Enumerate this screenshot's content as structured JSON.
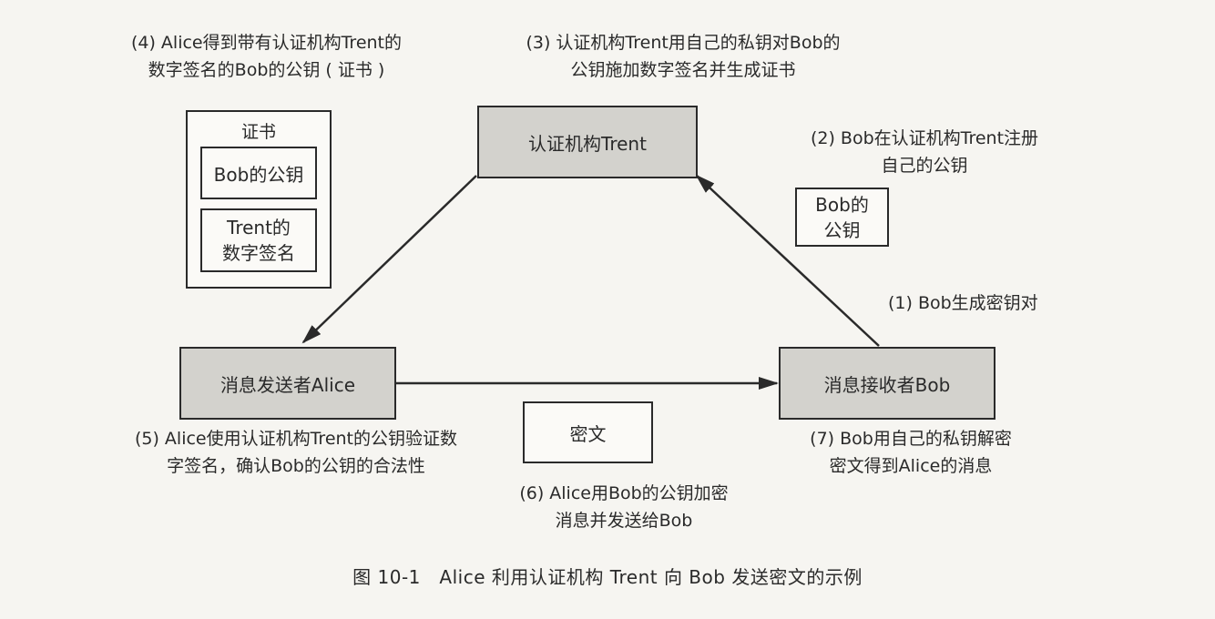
{
  "nodes": {
    "ca": "认证机构Trent",
    "sender": "消息发送者Alice",
    "receiver": "消息接收者Bob",
    "ciphertext": "密文",
    "bob_key_line1": "Bob的",
    "bob_key_line2": "公钥"
  },
  "certificate": {
    "title": "证书",
    "item1": "Bob的公钥",
    "item2_line1": "Trent的",
    "item2_line2": "数字签名"
  },
  "steps": {
    "s1": "(1) Bob生成密钥对",
    "s2_line1": "(2) Bob在认证机构Trent注册",
    "s2_line2": "自己的公钥",
    "s3_line1": "(3) 认证机构Trent用自己的私钥对Bob的",
    "s3_line2": "公钥施加数字签名并生成证书",
    "s4_line1": "(4) Alice得到带有认证机构Trent的",
    "s4_line2": "数字签名的Bob的公钥 ( 证书 )",
    "s5_line1": "(5) Alice使用认证机构Trent的公钥验证数",
    "s5_line2": "字签名，确认Bob的公钥的合法性",
    "s6_line1": "(6) Alice用Bob的公钥加密",
    "s6_line2": "消息并发送给Bob",
    "s7_line1": "(7) Bob用自己的私钥解密",
    "s7_line2": "密文得到Alice的消息"
  },
  "caption": "图 10-1　Alice 利用认证机构 Trent 向 Bob 发送密文的示例",
  "colors": {
    "box_fill": "#d3d2cd",
    "stroke": "#2a2a2a"
  }
}
